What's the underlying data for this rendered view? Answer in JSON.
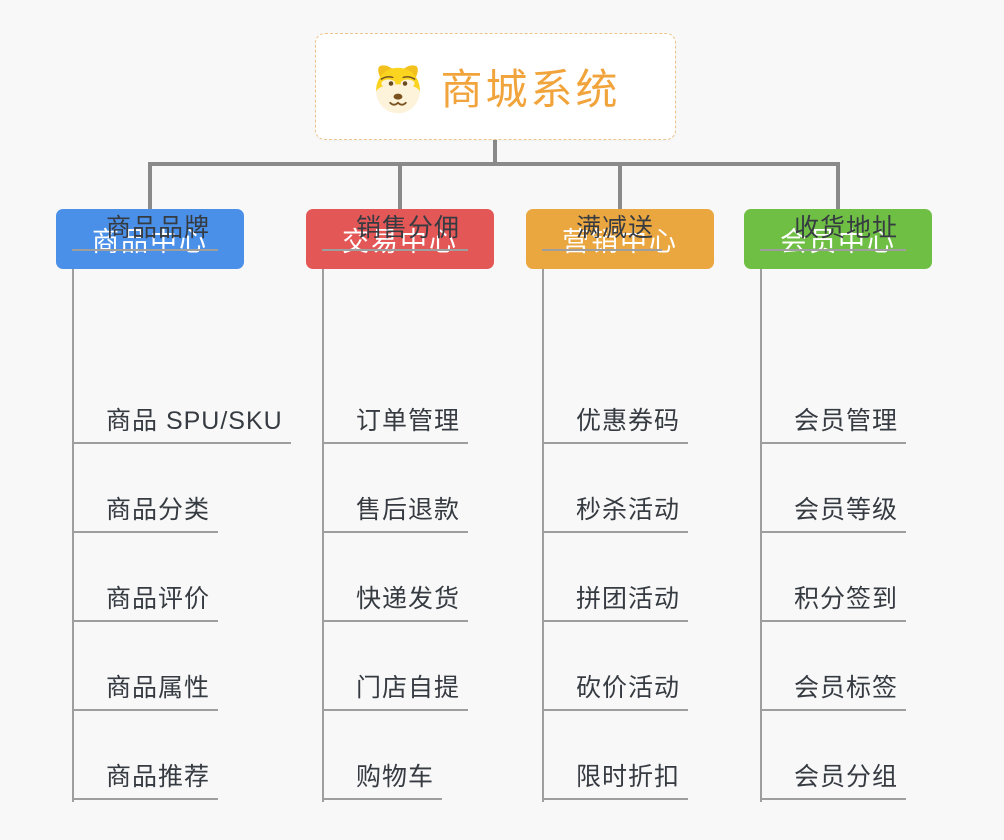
{
  "root": {
    "title": "商城系统",
    "icon": "doge-icon"
  },
  "branches": [
    {
      "label": "商品中心",
      "color": "#4b90e8",
      "items": [
        "商品 SPU/SKU",
        "商品分类",
        "商品评价",
        "商品属性",
        "商品推荐",
        "商品品牌"
      ]
    },
    {
      "label": "交易中心",
      "color": "#e45757",
      "items": [
        "订单管理",
        "售后退款",
        "快递发货",
        "门店自提",
        "购物车",
        "销售分佣"
      ]
    },
    {
      "label": "营销中心",
      "color": "#eaa63f",
      "items": [
        "优惠券码",
        "秒杀活动",
        "拼团活动",
        "砍价活动",
        "限时折扣",
        "满减送"
      ]
    },
    {
      "label": "会员中心",
      "color": "#6fbf45",
      "items": [
        "会员管理",
        "会员等级",
        "积分签到",
        "会员标签",
        "会员分组",
        "收货地址"
      ]
    }
  ],
  "colors": {
    "root_text": "#f2a43c",
    "root_border": "#ecc489",
    "connector": "#8a8a8a",
    "branch_line": "#9e9e9e",
    "item_text": "#363b42",
    "background": "#f8f8f8"
  }
}
